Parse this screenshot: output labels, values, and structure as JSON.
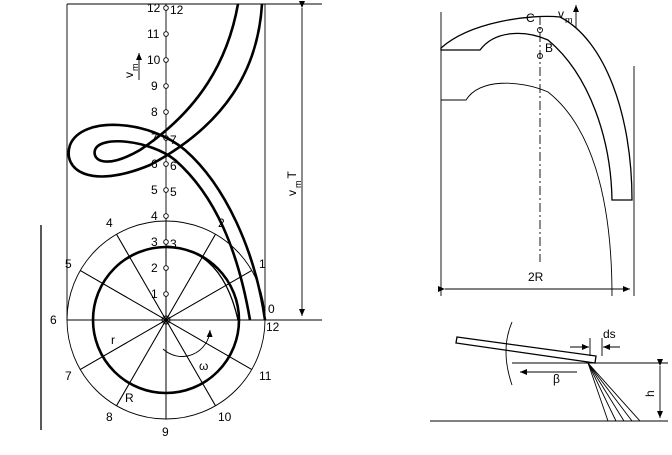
{
  "left_figure": {
    "axis_numbers": [
      "1",
      "2",
      "3",
      "4",
      "5",
      "6",
      "7",
      "8",
      "9",
      "10",
      "11",
      "12"
    ],
    "circle_numbers": [
      "0",
      "1",
      "2",
      "3",
      "4",
      "5",
      "6",
      "7",
      "8",
      "9",
      "10",
      "11",
      "12"
    ],
    "vm_label": "v",
    "vm_subscript": "m",
    "height_label": "v",
    "height_subscript": "m",
    "height_suffix": "T",
    "radius_inner": "r",
    "radius_outer": "R",
    "omega": "ω"
  },
  "top_right_figure": {
    "point_c": "C",
    "point_b": "B",
    "vm_label": "v",
    "vm_subscript": "m",
    "width_label": "2R"
  },
  "bottom_right_figure": {
    "ds_label": "ds",
    "beta": "β",
    "h_label": "h"
  }
}
